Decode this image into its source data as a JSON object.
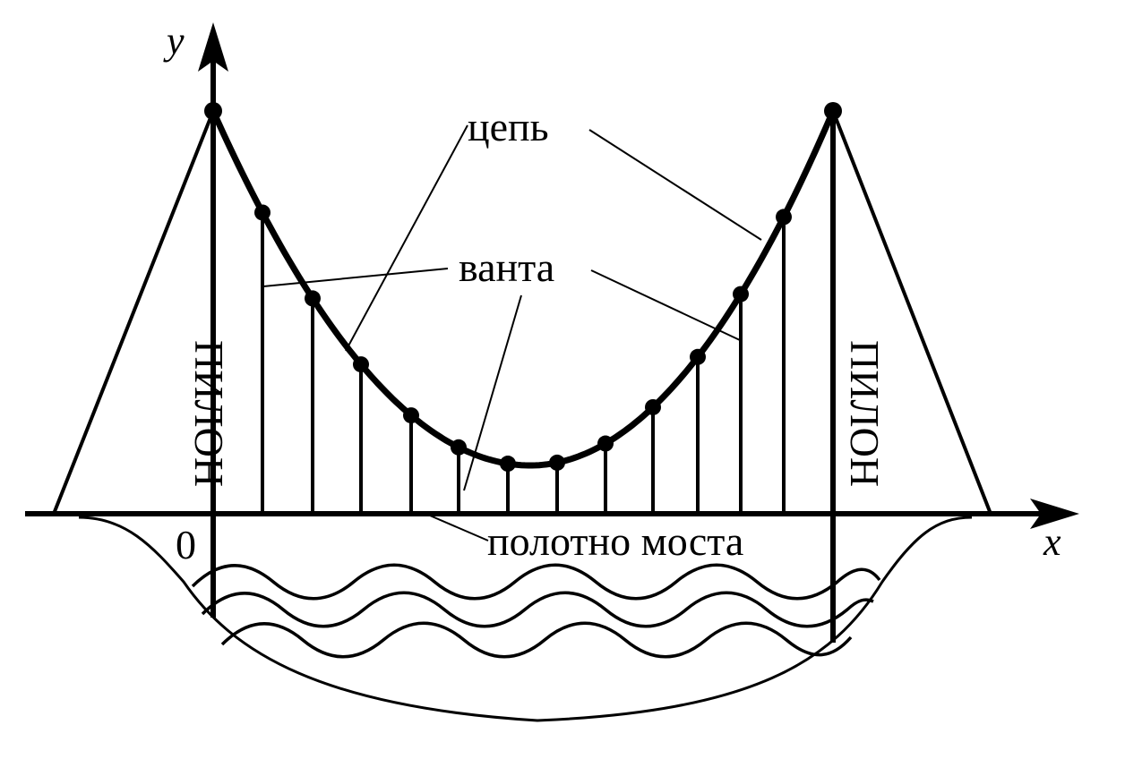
{
  "diagram": {
    "axes": {
      "x_label": "x",
      "y_label": "y",
      "origin_label": "0"
    },
    "labels": {
      "chain": "цепь",
      "hangers": "ванта",
      "deck": "полотно моста",
      "pylon_left": "пилон",
      "pylon_right": "пилон"
    },
    "colors": {
      "ink": "#000000",
      "background": "#ffffff"
    }
  }
}
